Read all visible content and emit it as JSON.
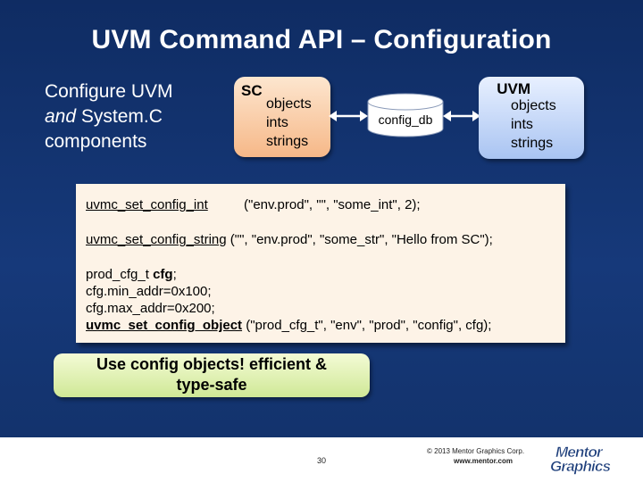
{
  "title": "UVM Command API – Configuration",
  "intro": {
    "line1": "Configure UVM",
    "line2_italic": "and",
    "line2_rest": " System.C",
    "line3": "components"
  },
  "sc_box": {
    "label": "SC",
    "items": [
      "objects",
      "ints",
      "strings"
    ]
  },
  "db": {
    "label": "config_db"
  },
  "uvm_box": {
    "label": "UVM",
    "items": [
      "objects",
      "ints",
      "strings"
    ]
  },
  "code": {
    "line1_fn": "uvmc_set_config_int",
    "line1_args": "(\"env.prod\", \"\", \"some_int\", 2);",
    "line2_fn": "uvmc_set_config_string",
    "line2_args": " (\"\", \"env.prod\", \"some_str\", \"Hello from SC\");",
    "line3_pre": "prod_cfg_t ",
    "line3_bold": "cfg",
    "line3_post": ";",
    "line4": "cfg.min_addr=0x100;",
    "line5": "cfg.max_addr=0x200;",
    "line6_fn": "uvmc_set_config_object",
    "line6_args": " (\"prod_cfg_t\", \"env\", \"prod\", \"config\", cfg);"
  },
  "callout": {
    "line1": "Use config objects! efficient &",
    "line2": "type-safe"
  },
  "footer": {
    "page": "30",
    "copyright": "© 2013 Mentor Graphics Corp.",
    "url": "www.mentor.com",
    "logo_line1": "Mentor",
    "logo_line2": "Graphics"
  },
  "colors": {
    "background": "#16397a",
    "sc_box": "#f6b888",
    "uvm_box": "#a9c4f2",
    "callout": "#cfe896",
    "logo": "#1c3d7a"
  }
}
